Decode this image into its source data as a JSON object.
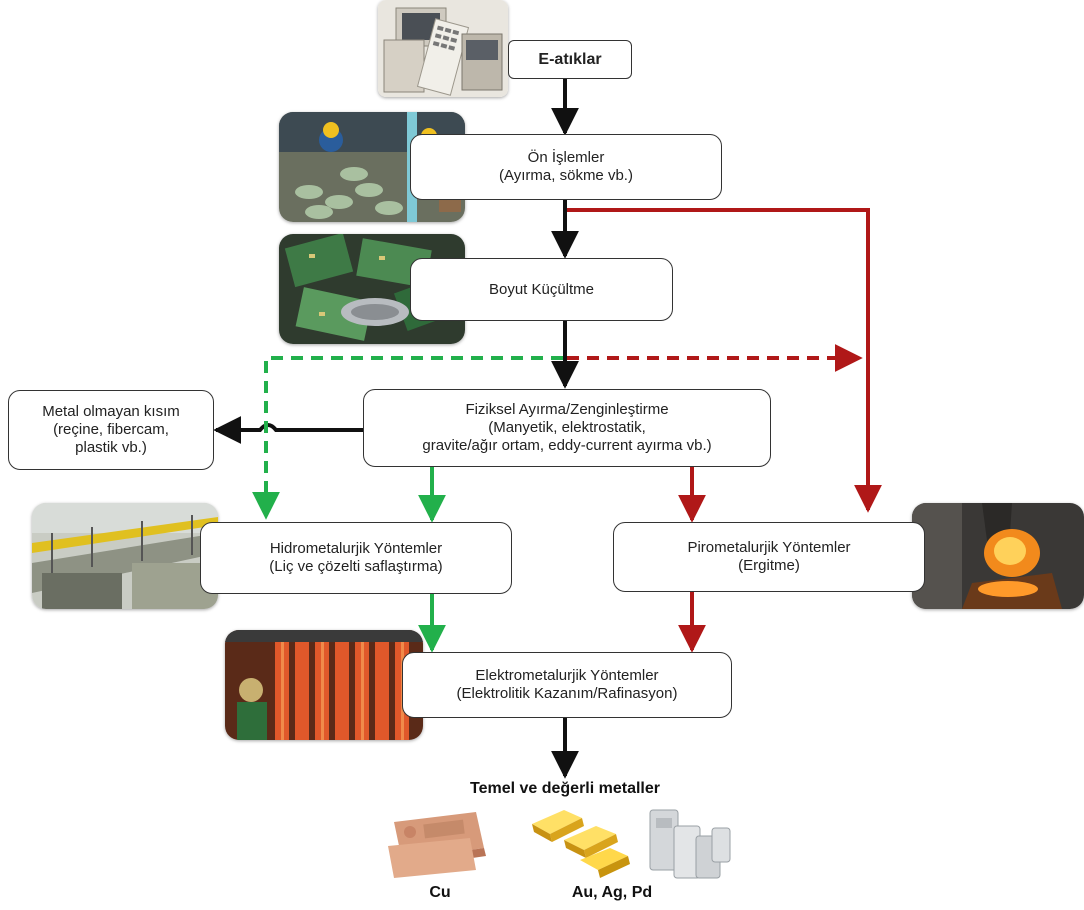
{
  "nodes": {
    "eatik": {
      "line1": "E-atıklar"
    },
    "onislem": {
      "line1": "Ön İşlemler",
      "line2": "(Ayırma, sökme vb.)"
    },
    "boyut": {
      "line1": "Boyut Küçültme"
    },
    "fiziksel": {
      "line1": "Fiziksel Ayırma/Zenginleştirme",
      "line2": "(Manyetik, elektrostatik,",
      "line3": "gravite/ağır ortam, eddy-current ayırma vb.)"
    },
    "metalolmayan": {
      "line1": "Metal olmayan kısım",
      "line2": "(reçine, fibercam,",
      "line3": "plastik vb.)"
    },
    "hidro": {
      "line1": "Hidrometalurjik Yöntemler",
      "line2": "(Liç ve çözelti saflaştırma)"
    },
    "piro": {
      "line1": "Pirometalurjik Yöntemler",
      "line2": "(Ergitme)"
    },
    "elektro": {
      "line1": "Elektrometalurjik Yöntemler",
      "line2": "(Elektrolitik Kazanım/Rafinasyon)"
    }
  },
  "products": {
    "title": "Temel ve değerli metaller",
    "cu_label": "Cu",
    "precious_label": "Au, Ag, Pd"
  },
  "colors": {
    "black_flow": "#111111",
    "red_flow": "#b01818",
    "green_flow": "#22b04b"
  },
  "photos": [
    "e-waste-photo",
    "pre-processing-photo",
    "circuit-board-photo",
    "hydrometallurgy-plant-photo",
    "smelting-furnace-photo",
    "electrorefining-photo",
    "copper-bars-photo",
    "gold-bars-photo",
    "silver-bars-photo"
  ]
}
